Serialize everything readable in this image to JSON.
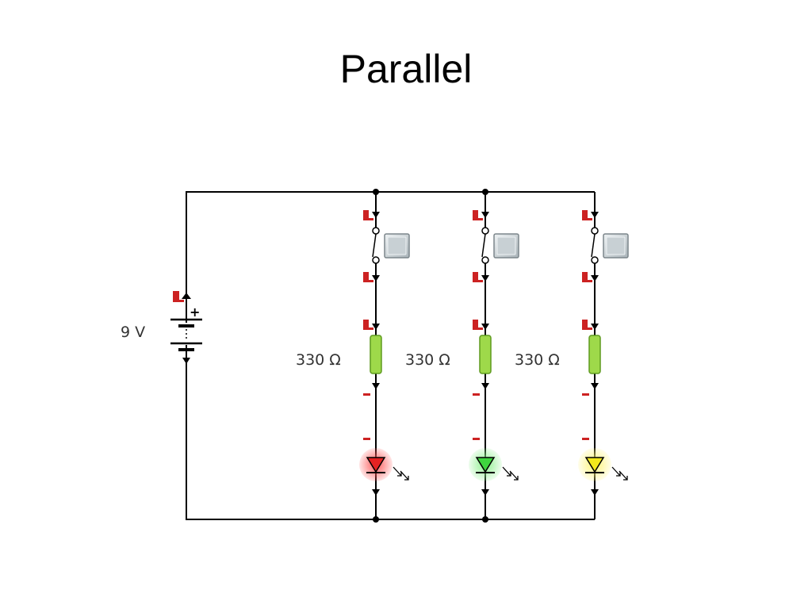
{
  "slide": {
    "title": "Parallel"
  },
  "battery": {
    "voltage_label": "9 V",
    "polarity_label": "+"
  },
  "branches": [
    {
      "resistor_label": "330 Ω",
      "led_color": "#e52222",
      "led_glow": "#ff5a5a",
      "led_name": "red"
    },
    {
      "resistor_label": "330 Ω",
      "led_color": "#3fd63f",
      "led_glow": "#8ef08e",
      "led_name": "green"
    },
    {
      "resistor_label": "330 Ω",
      "led_color": "#f2e81c",
      "led_glow": "#fff47a",
      "led_name": "yellow"
    }
  ],
  "colors": {
    "wire": "#000000",
    "resistor_fill": "#9ed94a",
    "resistor_stroke": "#5e9a1f",
    "probe": "#cc2222",
    "switch_fill": "#c8d0d4"
  }
}
